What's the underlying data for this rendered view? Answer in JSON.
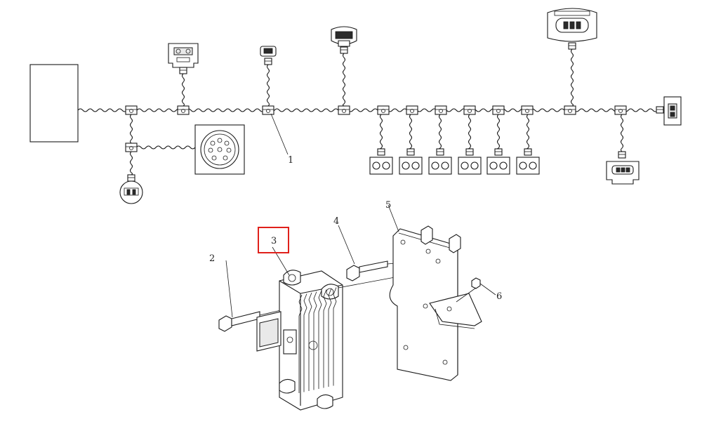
{
  "callouts": [
    {
      "id": "1",
      "label": "1"
    },
    {
      "id": "2",
      "label": "2"
    },
    {
      "id": "3",
      "label": "3"
    },
    {
      "id": "4",
      "label": "4"
    },
    {
      "id": "5",
      "label": "5"
    },
    {
      "id": "6",
      "label": "6"
    }
  ],
  "highlight": {
    "callout": "3",
    "color": "#e0201b"
  }
}
